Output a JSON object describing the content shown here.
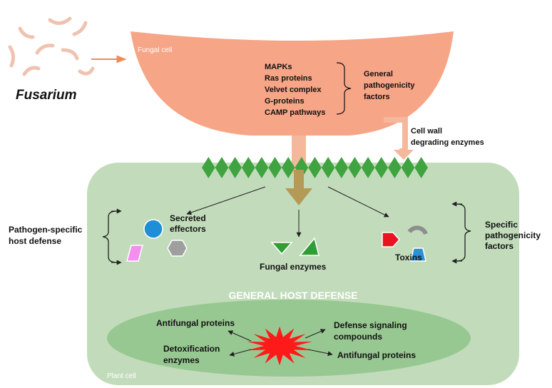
{
  "organism": "Fusarium",
  "fungal_cell": {
    "label": "Fungal cell",
    "factors": [
      "MAPKs",
      "Ras proteins",
      "Velvet complex",
      "G-proteins",
      "CAMP pathways"
    ],
    "general_factors_label": [
      "General",
      "pathogenicity",
      "factors"
    ],
    "cell_wall_enzymes_label": [
      "Cell wall",
      "degrading enzymes"
    ]
  },
  "plant_cell": {
    "label": "Plant cell",
    "secreted_effectors_label": [
      "Secreted",
      "effectors"
    ],
    "fungal_enzymes_label": "Fungal enzymes",
    "toxins_label": "Toxins",
    "general_host_defense_label": "GENERAL HOST DEFENSE",
    "defense_outputs": {
      "antifungal_top": "Antifungal proteins",
      "detox": [
        "Detoxification",
        "enzymes"
      ],
      "defense_signaling": [
        "Defense signaling",
        "compounds"
      ],
      "antifungal_right": "Antifungal proteins"
    }
  },
  "side_labels": {
    "pathogen_specific": [
      "Pathogen-specific",
      "host defense"
    ],
    "specific_factors": [
      "Specific",
      "pathogenicity",
      "factors"
    ]
  },
  "colors": {
    "fungal_cell": "#f6a586",
    "plant_cell": "#c2dcbb",
    "defense_ellipse": "#98c892",
    "spikes": "#3fa33f",
    "arrow_orange": "#f28a54",
    "connector": "#f5b89c",
    "burst": "#ff1a1a",
    "effector_circle": "#1e8fd6",
    "effector_hexagon": "#9f9f9f",
    "effector_parallelogram": "#f58ef0",
    "enzyme_triangles": "#2f9e35",
    "toxin_pentagon": "#e8141f",
    "toxin_arc": "#8e8e8e",
    "toxin_trapezoid": "#2f8fd0",
    "spore": "#f0c3b1"
  }
}
